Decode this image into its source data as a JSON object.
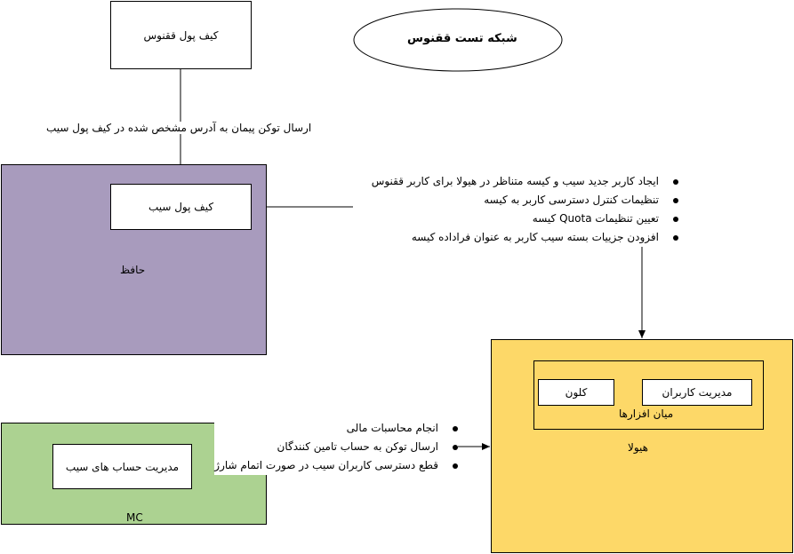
{
  "nodes": {
    "phoenix_wallet": "کیف پول ققنوس",
    "phoenix_testnet": "شبکه تست ققنوس",
    "apple_wallet": "کیف پول سیب",
    "custodian": "حافظ",
    "apple_accounts_mgmt": "مدیریت حساب های سیب",
    "mc": "MC",
    "hiola": "هیولا",
    "middleware": "میان افزارها",
    "clone": "کلون",
    "user_mgmt": "مدیریت کاربران"
  },
  "edges": {
    "token_transfer": "ارسال توکن پیمان به آدرس مشخص شده در کیف پول سیب"
  },
  "lists": {
    "wallet_to_hiola": [
      "ایجاد کاربر جدید سیب و کیسه متناظر در هیولا برای کاربر ققنوس",
      "تنظیمات کنترل دسترسی کاربر به کیسه",
      "تعیین تنظیمات Quota کیسه",
      "افزودن جزییات بسته سیب کاربر به عنوان فراداده کیسه"
    ],
    "mc_to_hiola": [
      "انجام محاسبات مالی",
      "ارسال توکن به حساب تامین کنندگان",
      "قطع دسترسی کاربران سیب در صورت اتمام شارژ"
    ]
  },
  "colors": {
    "custodian": "#a89bbd",
    "hiola": "#fdd868",
    "mc": "#acd291"
  }
}
